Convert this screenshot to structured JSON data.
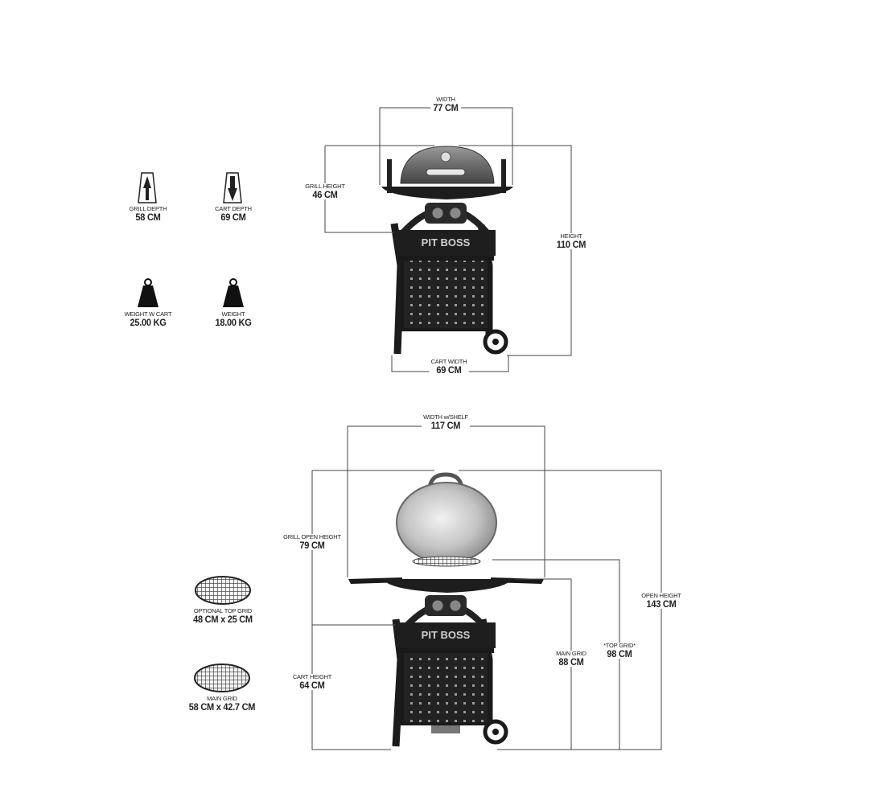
{
  "brand": "PIT BOSS",
  "specs": {
    "grill_depth": {
      "label": "GRILL DEPTH",
      "value": "58 CM"
    },
    "cart_depth": {
      "label": "CART DEPTH",
      "value": "69 CM"
    },
    "weight_w_cart": {
      "label": "WEIGHT W CART",
      "value": "25.00 KG"
    },
    "weight": {
      "label": "WEIGHT",
      "value": "18.00 KG"
    },
    "optional_top_grid": {
      "label": "OPTIONAL TOP GRID",
      "value": "48 CM x 25 CM"
    },
    "main_grid_size": {
      "label": "MAIN GRID",
      "value": "58  CM x 42.7 CM"
    }
  },
  "closed_view": {
    "width": {
      "label": "WIDTH",
      "value": "77 CM"
    },
    "grill_height": {
      "label": "GRILL HEIGHT",
      "value": "46 CM"
    },
    "height": {
      "label": "HEIGHT",
      "value": "110 CM"
    },
    "cart_width": {
      "label": "CART WIDTH",
      "value": "69 CM"
    }
  },
  "open_view": {
    "width_w_shelf": {
      "label": "WIDTH w/SHELF",
      "value": "117 CM"
    },
    "grill_open_height": {
      "label": "GRILL OPEN HEIGHT",
      "value": "79 CM"
    },
    "open_height": {
      "label": "OPEN HEIGHT",
      "value": "143 CM"
    },
    "cart_height": {
      "label": "CART HEIGHT",
      "value": "64 CM"
    },
    "main_grid_height": {
      "label": "MAIN GRID",
      "value": "88 CM"
    },
    "top_grid_height": {
      "label": "*TOP GRID*",
      "value": "98 CM"
    }
  }
}
